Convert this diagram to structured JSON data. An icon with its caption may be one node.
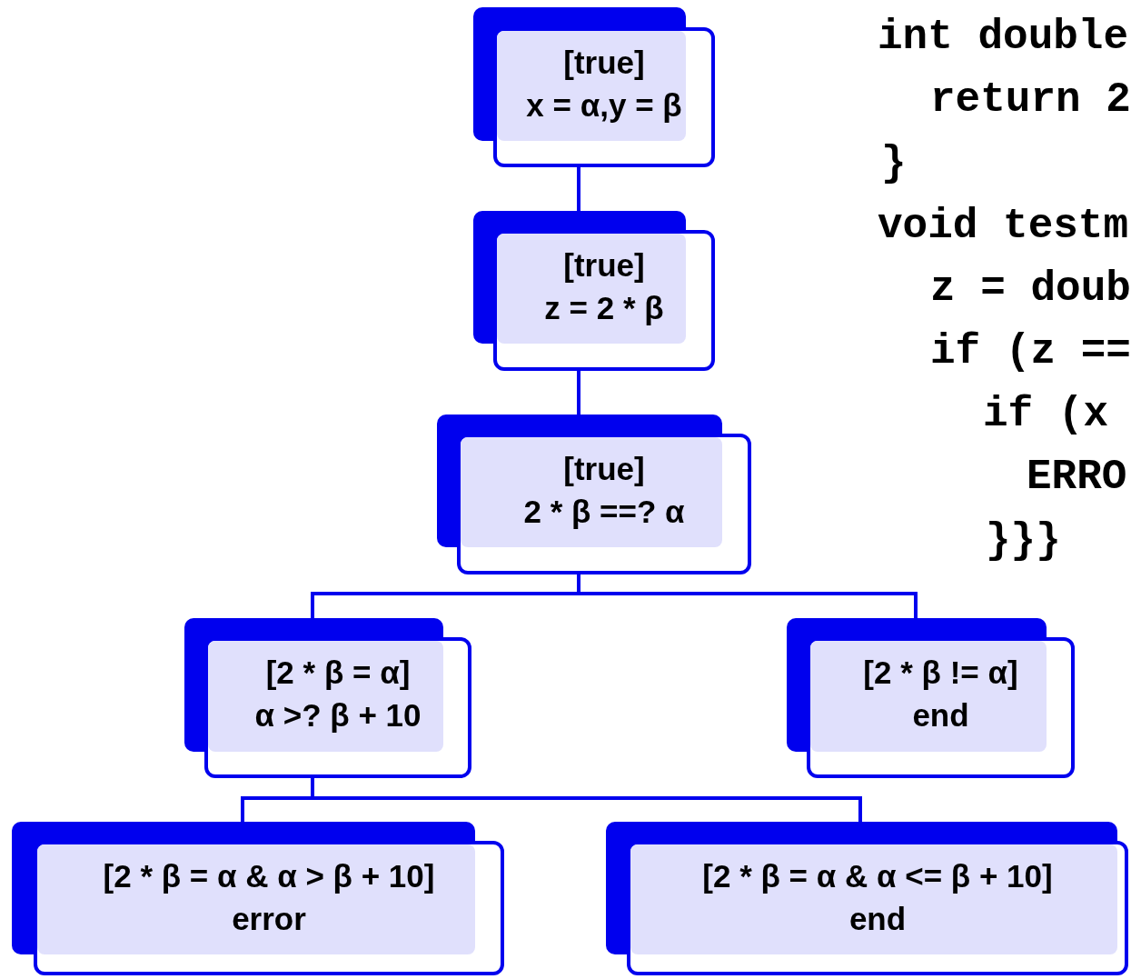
{
  "diagram": {
    "nodes": [
      {
        "text": [
          "[true]",
          "x = α,y = β"
        ]
      },
      {
        "text": [
          "[true]",
          "z = 2 * β"
        ]
      },
      {
        "text": [
          "[true]",
          "2 * β ==? α"
        ]
      },
      {
        "text": [
          "[2 * β = α]",
          "α >? β + 10"
        ]
      },
      {
        "text": [
          "[2 * β != α]",
          "end"
        ]
      },
      {
        "text": [
          "[2 * β = α & α > β + 10]",
          "error"
        ]
      },
      {
        "text": [
          "[2 * β = α & α <= β + 10]",
          "end"
        ]
      }
    ],
    "edges": [
      {
        "from": 0,
        "to": 1,
        "arrow": "none"
      },
      {
        "from": 1,
        "to": 2,
        "arrow": "none"
      },
      {
        "from": 2,
        "to": 3,
        "arrow": "none"
      },
      {
        "from": 2,
        "to": 4,
        "arrow": "none"
      },
      {
        "from": 3,
        "to": 5,
        "arrow": "none"
      },
      {
        "from": 3,
        "to": 6,
        "arrow": "none"
      }
    ],
    "labels": [
      "int double",
      "return 2",
      "}",
      "void testm",
      "z = doub",
      "if (z ==",
      "if (x",
      "ERRO",
      "}}}"
    ]
  }
}
